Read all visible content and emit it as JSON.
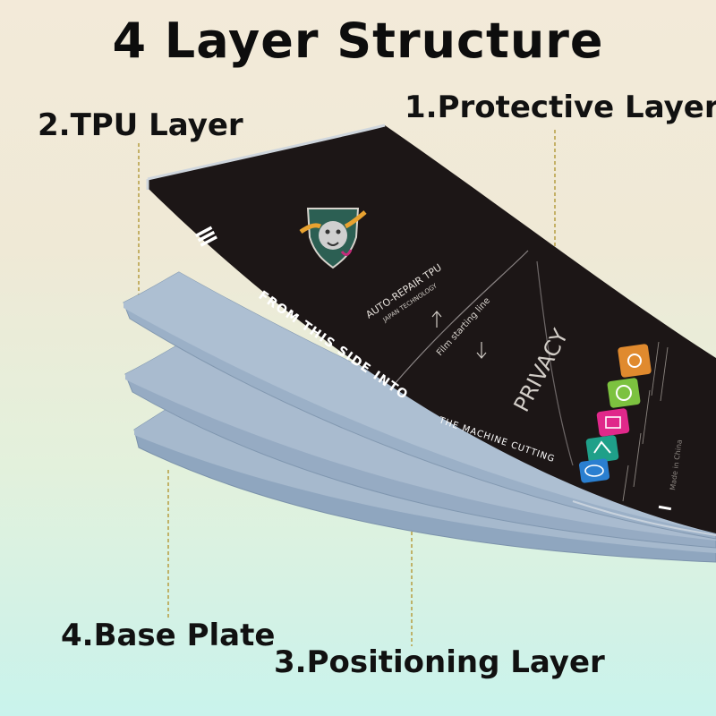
{
  "title": "4 Layer Structure",
  "layers": [
    {
      "label": "1.Protective Layer"
    },
    {
      "label": "2.TPU Layer"
    },
    {
      "label": "3.Positioning Layer"
    },
    {
      "label": "4.Base Plate"
    }
  ],
  "film": {
    "brand_line1": "AUTO-REPAIR TPU",
    "brand_line2": "JAPAN TECHNOLOGY",
    "starting_line": "Film starting line",
    "privacy": "PRIVACY",
    "feed_bold": "FROM THIS SIDE INTO",
    "feed_rest": "THE MACHINE CUTTING",
    "made_in": "Made in China"
  },
  "colors": {
    "film_black": "#1c1616",
    "sheet_blue": "#a3b6cb",
    "leader_line": "#b9a24a",
    "icon_orange": "#e08a2e",
    "icon_green": "#7cc23f",
    "icon_magenta": "#e0288a",
    "icon_teal": "#1fa089",
    "icon_blue": "#2a7fd0"
  }
}
